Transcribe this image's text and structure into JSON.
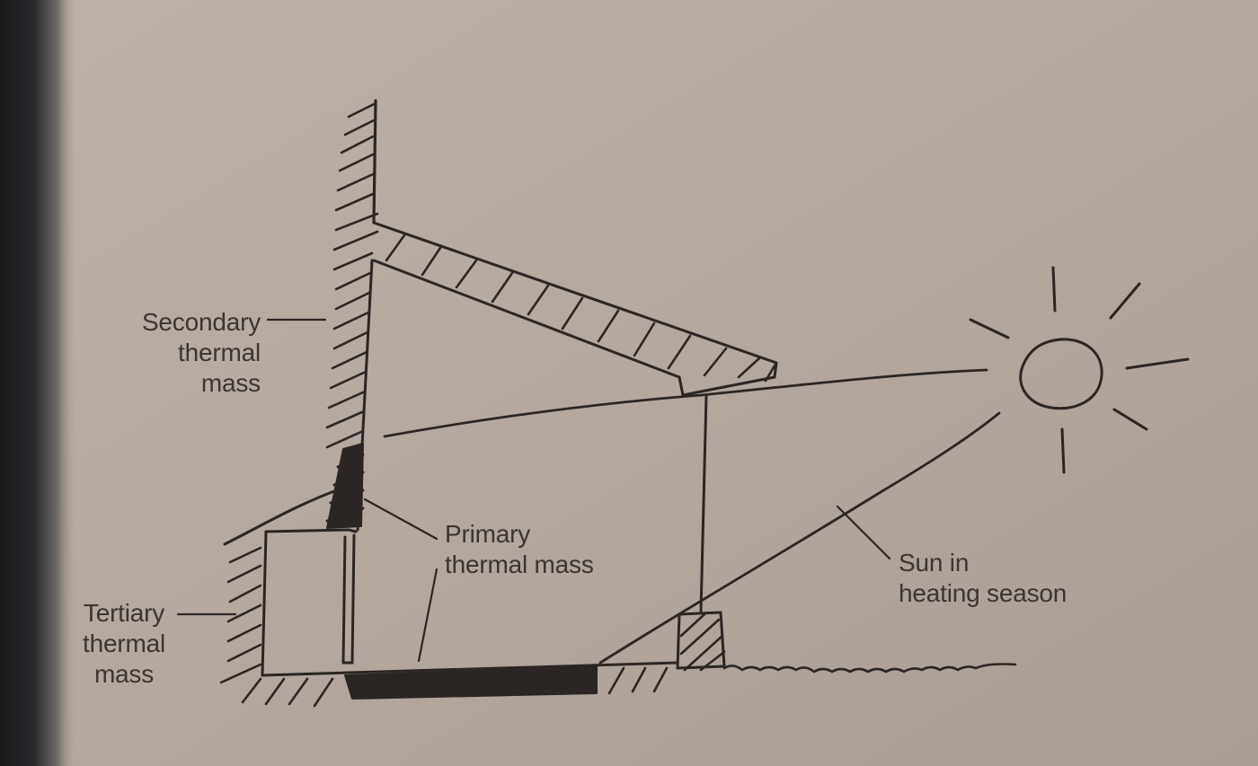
{
  "labels": {
    "secondary": [
      "Secondary",
      "thermal",
      "mass"
    ],
    "primary": [
      "Primary",
      "thermal mass"
    ],
    "tertiary": [
      "Tertiary",
      "thermal",
      "mass"
    ],
    "sun": [
      "Sun in",
      "heating season"
    ]
  },
  "colors": {
    "paper": "#b3a79e",
    "ink": "#2b2624",
    "text": "#3a3532"
  }
}
